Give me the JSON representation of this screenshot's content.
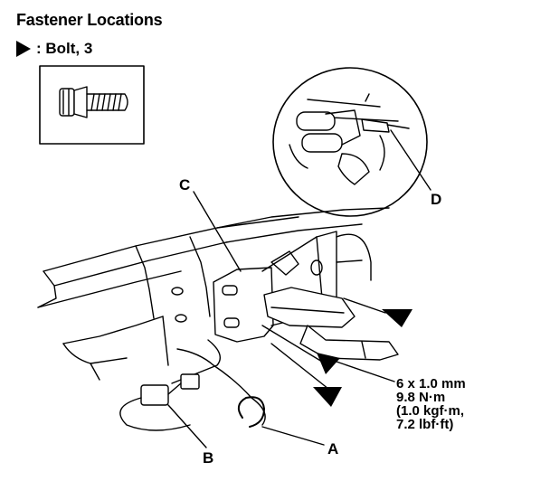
{
  "title": "Fastener Locations",
  "legend": {
    "icon": "filled-triangle-arrow",
    "text": ": Bolt, 3"
  },
  "callouts": {
    "a": "A",
    "b": "B",
    "c": "C",
    "d": "D"
  },
  "torque_spec": [
    "6 x 1.0 mm",
    "9.8 N·m",
    "(1.0 kgf·m,",
    "7.2 lbf·ft)"
  ],
  "colors": {
    "ink": "#000000",
    "background": "#ffffff"
  }
}
